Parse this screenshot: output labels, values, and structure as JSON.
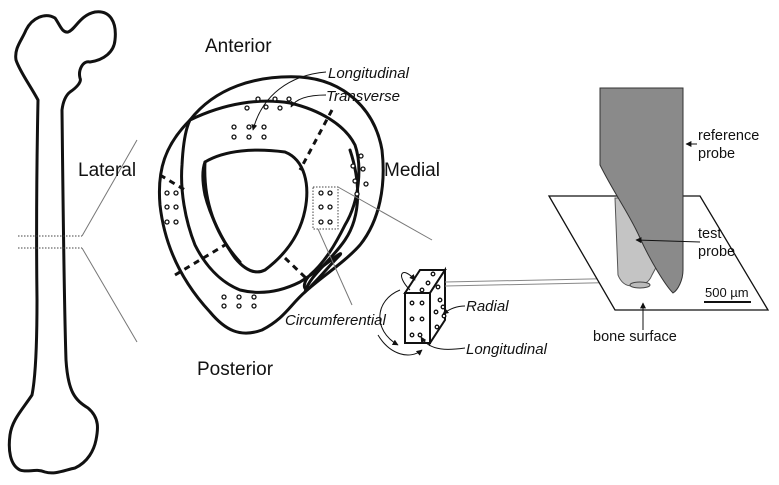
{
  "labels": {
    "anterior": "Anterior",
    "posterior": "Posterior",
    "lateral": "Lateral",
    "medial": "Medial",
    "longitudinal_top": "Longitudinal",
    "transverse": "Transverse",
    "circumferential": "Circumferential",
    "radial": "Radial",
    "longitudinal_block": "Longitudinal",
    "reference_probe_1": "reference",
    "reference_probe_2": "probe",
    "test_probe_1": "test",
    "test_probe_2": "probe",
    "scale_bar": "500 µm",
    "bone_surface": "bone surface"
  },
  "colors": {
    "outline": "#111111",
    "reference_probe": "#8a8a8a",
    "test_probe": "#c4c4c4"
  }
}
